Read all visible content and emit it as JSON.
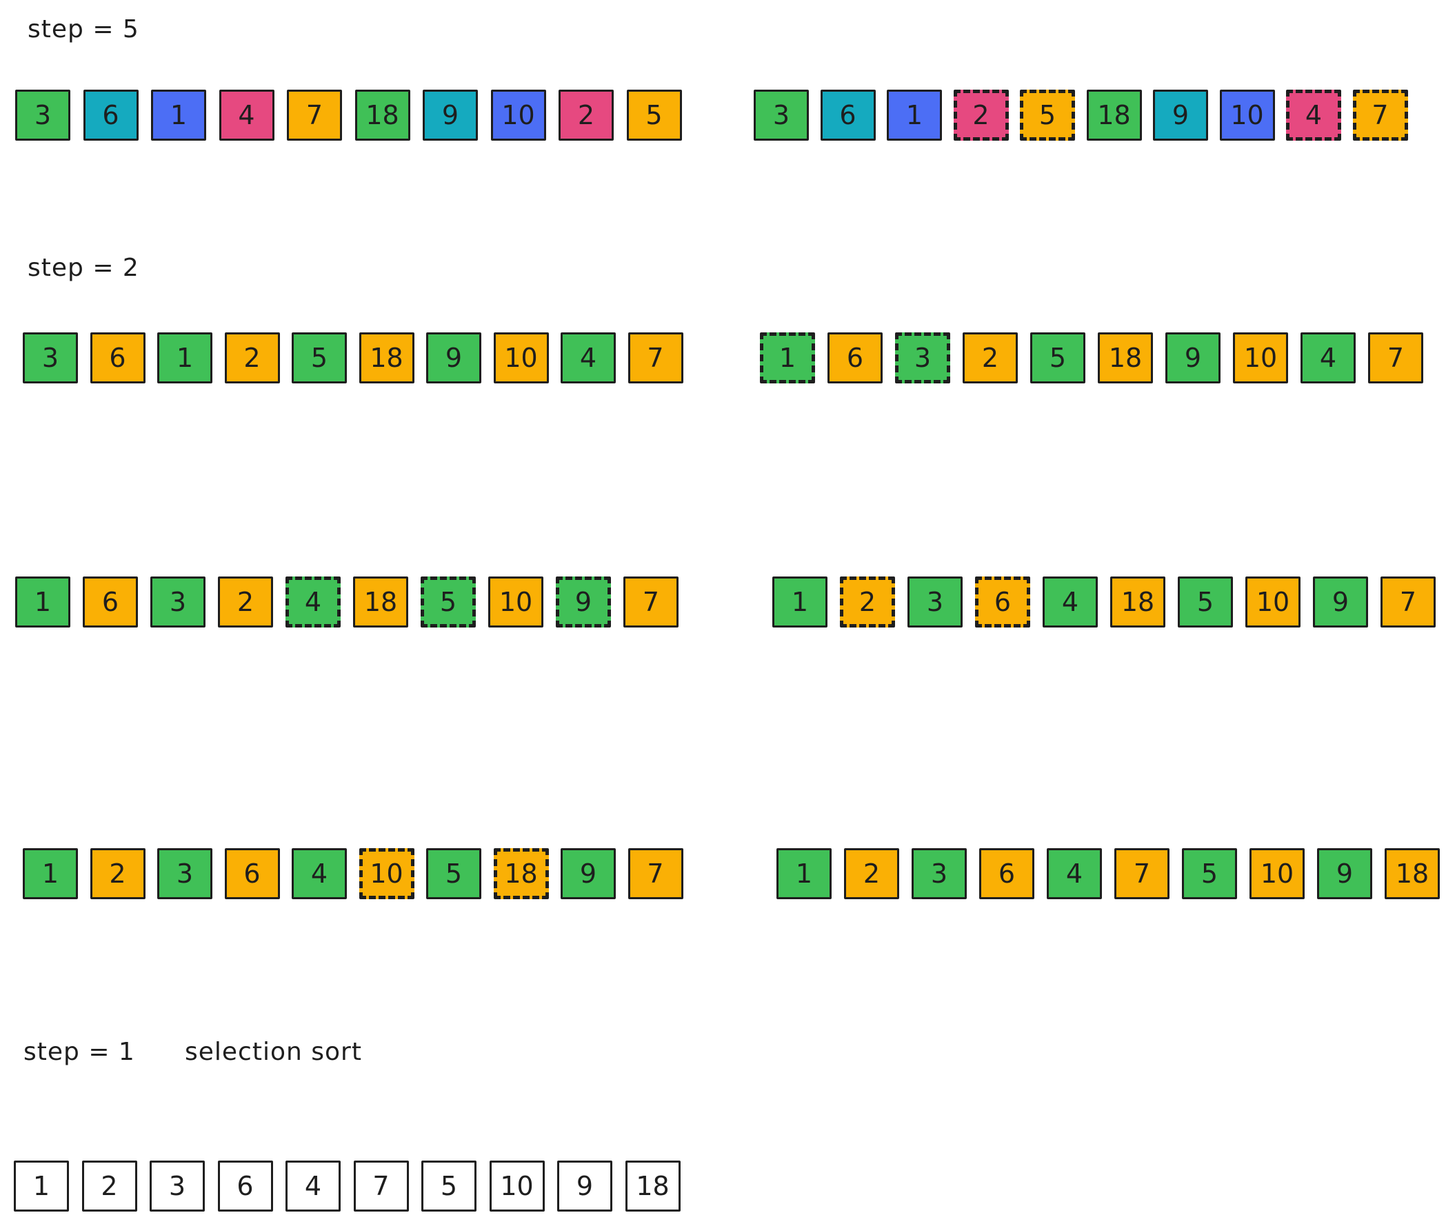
{
  "colors": {
    "green": "#40c057",
    "teal": "#15aabf",
    "blue": "#4c6ef5",
    "pink": "#e64980",
    "orange": "#fab005",
    "white": "#ffffff",
    "stroke": "#1e1e1e"
  },
  "labels": {
    "step5": "step = 5",
    "step2": "step = 2",
    "step1": "step = 1",
    "selection_sort": "selection sort"
  },
  "rows": [
    {
      "id": "step5-before",
      "cells": [
        {
          "v": "3",
          "c": "green"
        },
        {
          "v": "6",
          "c": "teal"
        },
        {
          "v": "1",
          "c": "blue"
        },
        {
          "v": "4",
          "c": "pink"
        },
        {
          "v": "7",
          "c": "orange"
        },
        {
          "v": "18",
          "c": "green"
        },
        {
          "v": "9",
          "c": "teal"
        },
        {
          "v": "10",
          "c": "blue"
        },
        {
          "v": "2",
          "c": "pink"
        },
        {
          "v": "5",
          "c": "orange"
        }
      ]
    },
    {
      "id": "step5-after",
      "cells": [
        {
          "v": "3",
          "c": "green"
        },
        {
          "v": "6",
          "c": "teal"
        },
        {
          "v": "1",
          "c": "blue"
        },
        {
          "v": "2",
          "c": "pink",
          "dashed": true
        },
        {
          "v": "5",
          "c": "orange",
          "dashed": true
        },
        {
          "v": "18",
          "c": "green"
        },
        {
          "v": "9",
          "c": "teal"
        },
        {
          "v": "10",
          "c": "blue"
        },
        {
          "v": "4",
          "c": "pink",
          "dashed": true
        },
        {
          "v": "7",
          "c": "orange",
          "dashed": true
        }
      ]
    },
    {
      "id": "step2-a",
      "cells": [
        {
          "v": "3",
          "c": "green"
        },
        {
          "v": "6",
          "c": "orange"
        },
        {
          "v": "1",
          "c": "green"
        },
        {
          "v": "2",
          "c": "orange"
        },
        {
          "v": "5",
          "c": "green"
        },
        {
          "v": "18",
          "c": "orange"
        },
        {
          "v": "9",
          "c": "green"
        },
        {
          "v": "10",
          "c": "orange"
        },
        {
          "v": "4",
          "c": "green"
        },
        {
          "v": "7",
          "c": "orange"
        }
      ]
    },
    {
      "id": "step2-b",
      "cells": [
        {
          "v": "1",
          "c": "green",
          "dashed": true
        },
        {
          "v": "6",
          "c": "orange"
        },
        {
          "v": "3",
          "c": "green",
          "dashed": true
        },
        {
          "v": "2",
          "c": "orange"
        },
        {
          "v": "5",
          "c": "green"
        },
        {
          "v": "18",
          "c": "orange"
        },
        {
          "v": "9",
          "c": "green"
        },
        {
          "v": "10",
          "c": "orange"
        },
        {
          "v": "4",
          "c": "green"
        },
        {
          "v": "7",
          "c": "orange"
        }
      ]
    },
    {
      "id": "step2-c",
      "cells": [
        {
          "v": "1",
          "c": "green"
        },
        {
          "v": "6",
          "c": "orange"
        },
        {
          "v": "3",
          "c": "green"
        },
        {
          "v": "2",
          "c": "orange"
        },
        {
          "v": "4",
          "c": "green",
          "dashed": true
        },
        {
          "v": "18",
          "c": "orange"
        },
        {
          "v": "5",
          "c": "green",
          "dashed": true
        },
        {
          "v": "10",
          "c": "orange"
        },
        {
          "v": "9",
          "c": "green",
          "dashed": true
        },
        {
          "v": "7",
          "c": "orange"
        }
      ]
    },
    {
      "id": "step2-d",
      "cells": [
        {
          "v": "1",
          "c": "green"
        },
        {
          "v": "2",
          "c": "orange",
          "dashed": true
        },
        {
          "v": "3",
          "c": "green"
        },
        {
          "v": "6",
          "c": "orange",
          "dashed": true
        },
        {
          "v": "4",
          "c": "green"
        },
        {
          "v": "18",
          "c": "orange"
        },
        {
          "v": "5",
          "c": "green"
        },
        {
          "v": "10",
          "c": "orange"
        },
        {
          "v": "9",
          "c": "green"
        },
        {
          "v": "7",
          "c": "orange"
        }
      ]
    },
    {
      "id": "step2-e",
      "cells": [
        {
          "v": "1",
          "c": "green"
        },
        {
          "v": "2",
          "c": "orange"
        },
        {
          "v": "3",
          "c": "green"
        },
        {
          "v": "6",
          "c": "orange"
        },
        {
          "v": "4",
          "c": "green"
        },
        {
          "v": "10",
          "c": "orange",
          "dashed": true
        },
        {
          "v": "5",
          "c": "green"
        },
        {
          "v": "18",
          "c": "orange",
          "dashed": true
        },
        {
          "v": "9",
          "c": "green"
        },
        {
          "v": "7",
          "c": "orange"
        }
      ]
    },
    {
      "id": "step2-f",
      "cells": [
        {
          "v": "1",
          "c": "green"
        },
        {
          "v": "2",
          "c": "orange"
        },
        {
          "v": "3",
          "c": "green"
        },
        {
          "v": "6",
          "c": "orange"
        },
        {
          "v": "4",
          "c": "green"
        },
        {
          "v": "7",
          "c": "orange"
        },
        {
          "v": "5",
          "c": "green"
        },
        {
          "v": "10",
          "c": "orange"
        },
        {
          "v": "9",
          "c": "green"
        },
        {
          "v": "18",
          "c": "orange"
        }
      ]
    },
    {
      "id": "step1",
      "cells": [
        {
          "v": "1",
          "c": "white"
        },
        {
          "v": "2",
          "c": "white"
        },
        {
          "v": "3",
          "c": "white"
        },
        {
          "v": "6",
          "c": "white"
        },
        {
          "v": "4",
          "c": "white"
        },
        {
          "v": "7",
          "c": "white"
        },
        {
          "v": "5",
          "c": "white"
        },
        {
          "v": "10",
          "c": "white"
        },
        {
          "v": "9",
          "c": "white"
        },
        {
          "v": "18",
          "c": "white"
        }
      ]
    }
  ]
}
